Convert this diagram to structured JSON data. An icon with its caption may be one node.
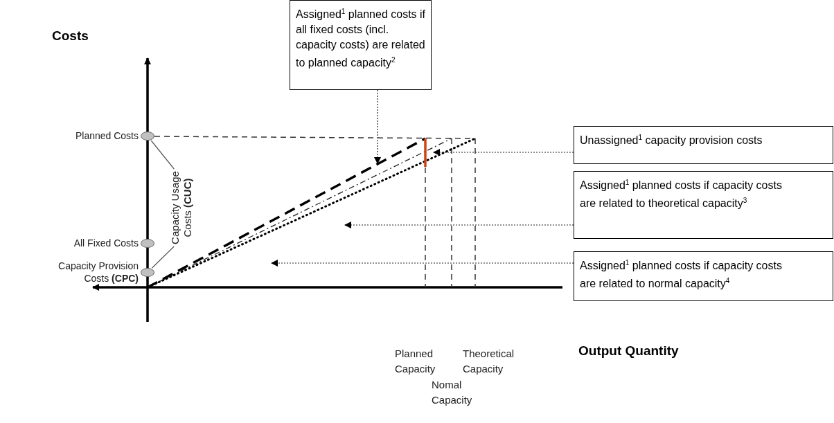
{
  "diagram": {
    "nodes": [
      {
        "text": [
          "Assigned$^{1}$ planned costs if all fixed costs (incl. capacity costs) are related to planned capacity$^{2}$"
        ]
      },
      {
        "text": [
          "Unassigned$^{1}$ capacity provision costs"
        ]
      },
      {
        "text": [
          "Assigned$^{1}$ planned costs if capacity costs are related to theoretical capacity$^{3}$"
        ]
      },
      {
        "text": [
          "Assigned$^{1}$ planned costs if capacity costs are related to normal capacity$^{4}$"
        ]
      },
      {
        "text": [],
        "shape": "circle",
        "beside": [
          "Planned Costs"
        ]
      },
      {
        "text": [],
        "shape": "circle",
        "beside": [
          "All Fixed Costs"
        ]
      },
      {
        "text": [],
        "shape": "circle",
        "beside": [
          "Capacity Provision Costs **(CPC)**"
        ]
      },
      {
        "text": [
          "Capacity Usage Costs **(CUC)**"
        ]
      }
    ],
    "edges": [
      {
        "from": 0,
        "to": null,
        "arrow": "to",
        "style": "dashed"
      },
      {
        "from": 1,
        "to": null,
        "arrow": "to",
        "style": "dashed"
      },
      {
        "from": 2,
        "to": null,
        "arrow": "to",
        "style": "dashed"
      },
      {
        "from": 3,
        "to": null,
        "arrow": "to",
        "style": "dashed"
      },
      {
        "from": 7,
        "to": 4,
        "arrow": "none"
      },
      {
        "from": 7,
        "to": 6,
        "arrow": "none"
      }
    ],
    "labels": [
      "Costs",
      "Output Quantity",
      "Planned Capacity",
      "Nomal Capacity",
      "Theoretical Capacity"
    ]
  }
}
